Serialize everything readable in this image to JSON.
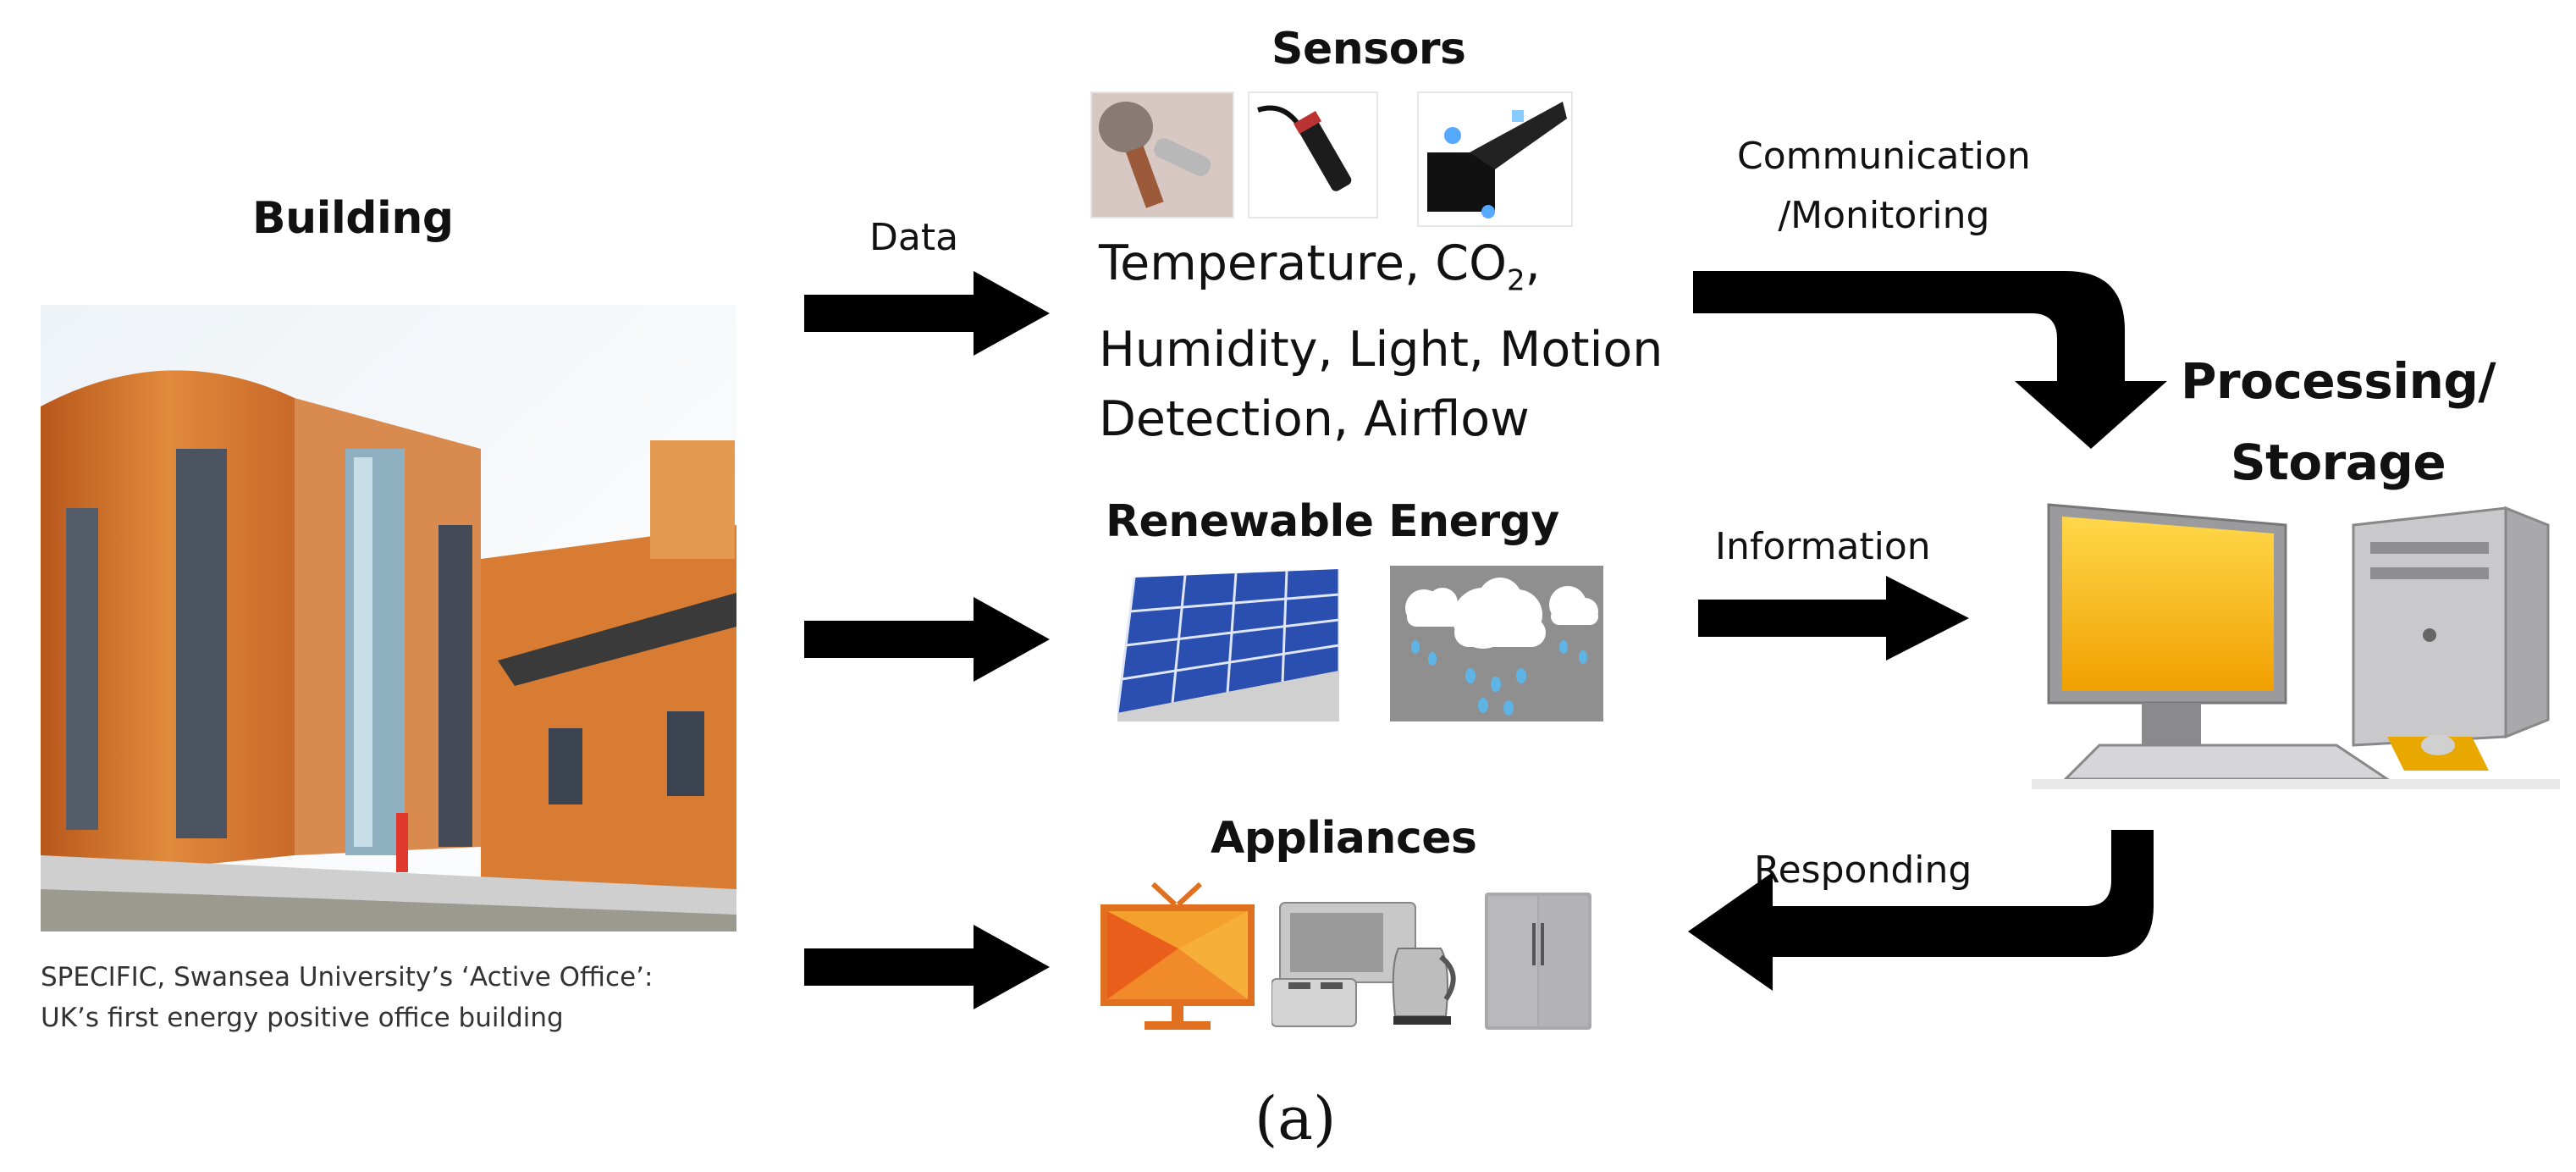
{
  "building": {
    "title": "Building",
    "caption_line1": "SPECIFIC, Swansea University’s ‘Active Office’:",
    "caption_line2": "UK’s first energy positive office building"
  },
  "sensors": {
    "title": "Sensors",
    "line1": "Temperature, CO",
    "line1_sub": "2",
    "line1_end": ",",
    "line2": "Humidity, Light, Motion",
    "line3": "Detection, Airflow"
  },
  "renewable": {
    "title": "Renewable Energy"
  },
  "appliances": {
    "title": "Appliances"
  },
  "processing": {
    "title_line1": "Processing/",
    "title_line2": "Storage"
  },
  "flows": {
    "data": "Data",
    "communication_line1": "Communication",
    "communication_line2": "/Monitoring",
    "information": "Information",
    "responding": "Responding"
  },
  "figure_label": "(a)",
  "icons": {
    "building": "building-photo",
    "sensor1": "temperature-probe-icon",
    "sensor2": "probe-sensor-icon",
    "sensor3": "airflow-sensor-icon",
    "solar": "solar-panel-icon",
    "weather": "rain-cloud-icon",
    "tv": "tv-icon",
    "kitchen": "toaster-kettle-icon",
    "fridge": "fridge-icon",
    "computer": "computer-icon"
  },
  "colors": {
    "arrow": "#000000",
    "wall_orange": "#D2691E",
    "screen_yellow": "#F5B800",
    "solar_blue": "#2A4FB0"
  }
}
